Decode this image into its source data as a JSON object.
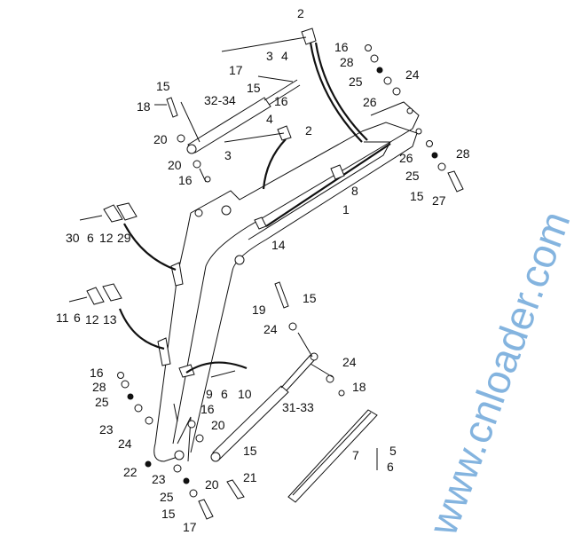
{
  "watermark": "www.cnloader.com",
  "labels": [
    {
      "id": "p2a",
      "text": "2"
    },
    {
      "id": "p3a",
      "text": "3"
    },
    {
      "id": "p4a",
      "text": "4"
    },
    {
      "id": "p16a",
      "text": "16"
    },
    {
      "id": "p28a",
      "text": "28"
    },
    {
      "id": "p24a",
      "text": "24"
    },
    {
      "id": "p25a",
      "text": "25"
    },
    {
      "id": "p26a",
      "text": "26"
    },
    {
      "id": "p17a",
      "text": "17"
    },
    {
      "id": "p15a",
      "text": "15"
    },
    {
      "id": "p15b",
      "text": "15"
    },
    {
      "id": "p3234",
      "text": "32-34"
    },
    {
      "id": "p16b",
      "text": "16"
    },
    {
      "id": "p18a",
      "text": "18"
    },
    {
      "id": "p4b",
      "text": "4"
    },
    {
      "id": "p2b",
      "text": "2"
    },
    {
      "id": "p20a",
      "text": "20"
    },
    {
      "id": "p3b",
      "text": "3"
    },
    {
      "id": "p20b",
      "text": "20"
    },
    {
      "id": "p26b",
      "text": "26"
    },
    {
      "id": "p28b",
      "text": "28"
    },
    {
      "id": "p16c",
      "text": "16"
    },
    {
      "id": "p25b",
      "text": "25"
    },
    {
      "id": "p8",
      "text": "8"
    },
    {
      "id": "p15c",
      "text": "15"
    },
    {
      "id": "p27",
      "text": "27"
    },
    {
      "id": "p1",
      "text": "1"
    },
    {
      "id": "p30",
      "text": "30"
    },
    {
      "id": "p6a",
      "text": "6"
    },
    {
      "id": "p12a",
      "text": "12"
    },
    {
      "id": "p29",
      "text": "29"
    },
    {
      "id": "p14",
      "text": "14"
    },
    {
      "id": "p15d",
      "text": "15"
    },
    {
      "id": "p11",
      "text": "11"
    },
    {
      "id": "p6b",
      "text": "6"
    },
    {
      "id": "p12b",
      "text": "12"
    },
    {
      "id": "p13",
      "text": "13"
    },
    {
      "id": "p19",
      "text": "19"
    },
    {
      "id": "p24b",
      "text": "24"
    },
    {
      "id": "p24c",
      "text": "24"
    },
    {
      "id": "p16d",
      "text": "16"
    },
    {
      "id": "p18b",
      "text": "18"
    },
    {
      "id": "p9",
      "text": "9"
    },
    {
      "id": "p6c",
      "text": "6"
    },
    {
      "id": "p10",
      "text": "10"
    },
    {
      "id": "p28c",
      "text": "28"
    },
    {
      "id": "p25c",
      "text": "25"
    },
    {
      "id": "p3133",
      "text": "31-33"
    },
    {
      "id": "p16e",
      "text": "16"
    },
    {
      "id": "p20c",
      "text": "20"
    },
    {
      "id": "p23a",
      "text": "23"
    },
    {
      "id": "p24d",
      "text": "24"
    },
    {
      "id": "p15e",
      "text": "15"
    },
    {
      "id": "p5",
      "text": "5"
    },
    {
      "id": "p7",
      "text": "7"
    },
    {
      "id": "p6d",
      "text": "6"
    },
    {
      "id": "p21",
      "text": "21"
    },
    {
      "id": "p22",
      "text": "22"
    },
    {
      "id": "p23b",
      "text": "23"
    },
    {
      "id": "p20d",
      "text": "20"
    },
    {
      "id": "p25d",
      "text": "25"
    },
    {
      "id": "p15f",
      "text": "15"
    },
    {
      "id": "p17b",
      "text": "17"
    }
  ]
}
